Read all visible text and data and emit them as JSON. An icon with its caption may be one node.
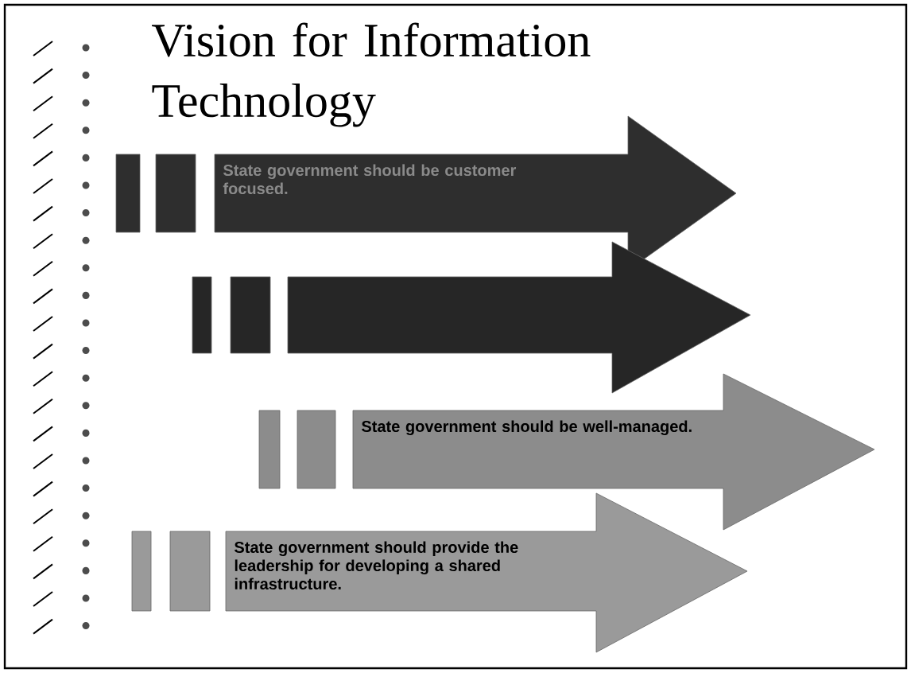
{
  "diagram": {
    "title": "Vision for Information Technology",
    "nodes": [
      {
        "text": [
          "State government should be customer focused."
        ]
      },
      {
        "text": [],
        "shape": "arrow"
      },
      {
        "text": [
          "State government should be well-managed."
        ]
      },
      {
        "text": [
          "State government should provide the leadership for developing a shared infrastructure."
        ]
      }
    ]
  }
}
